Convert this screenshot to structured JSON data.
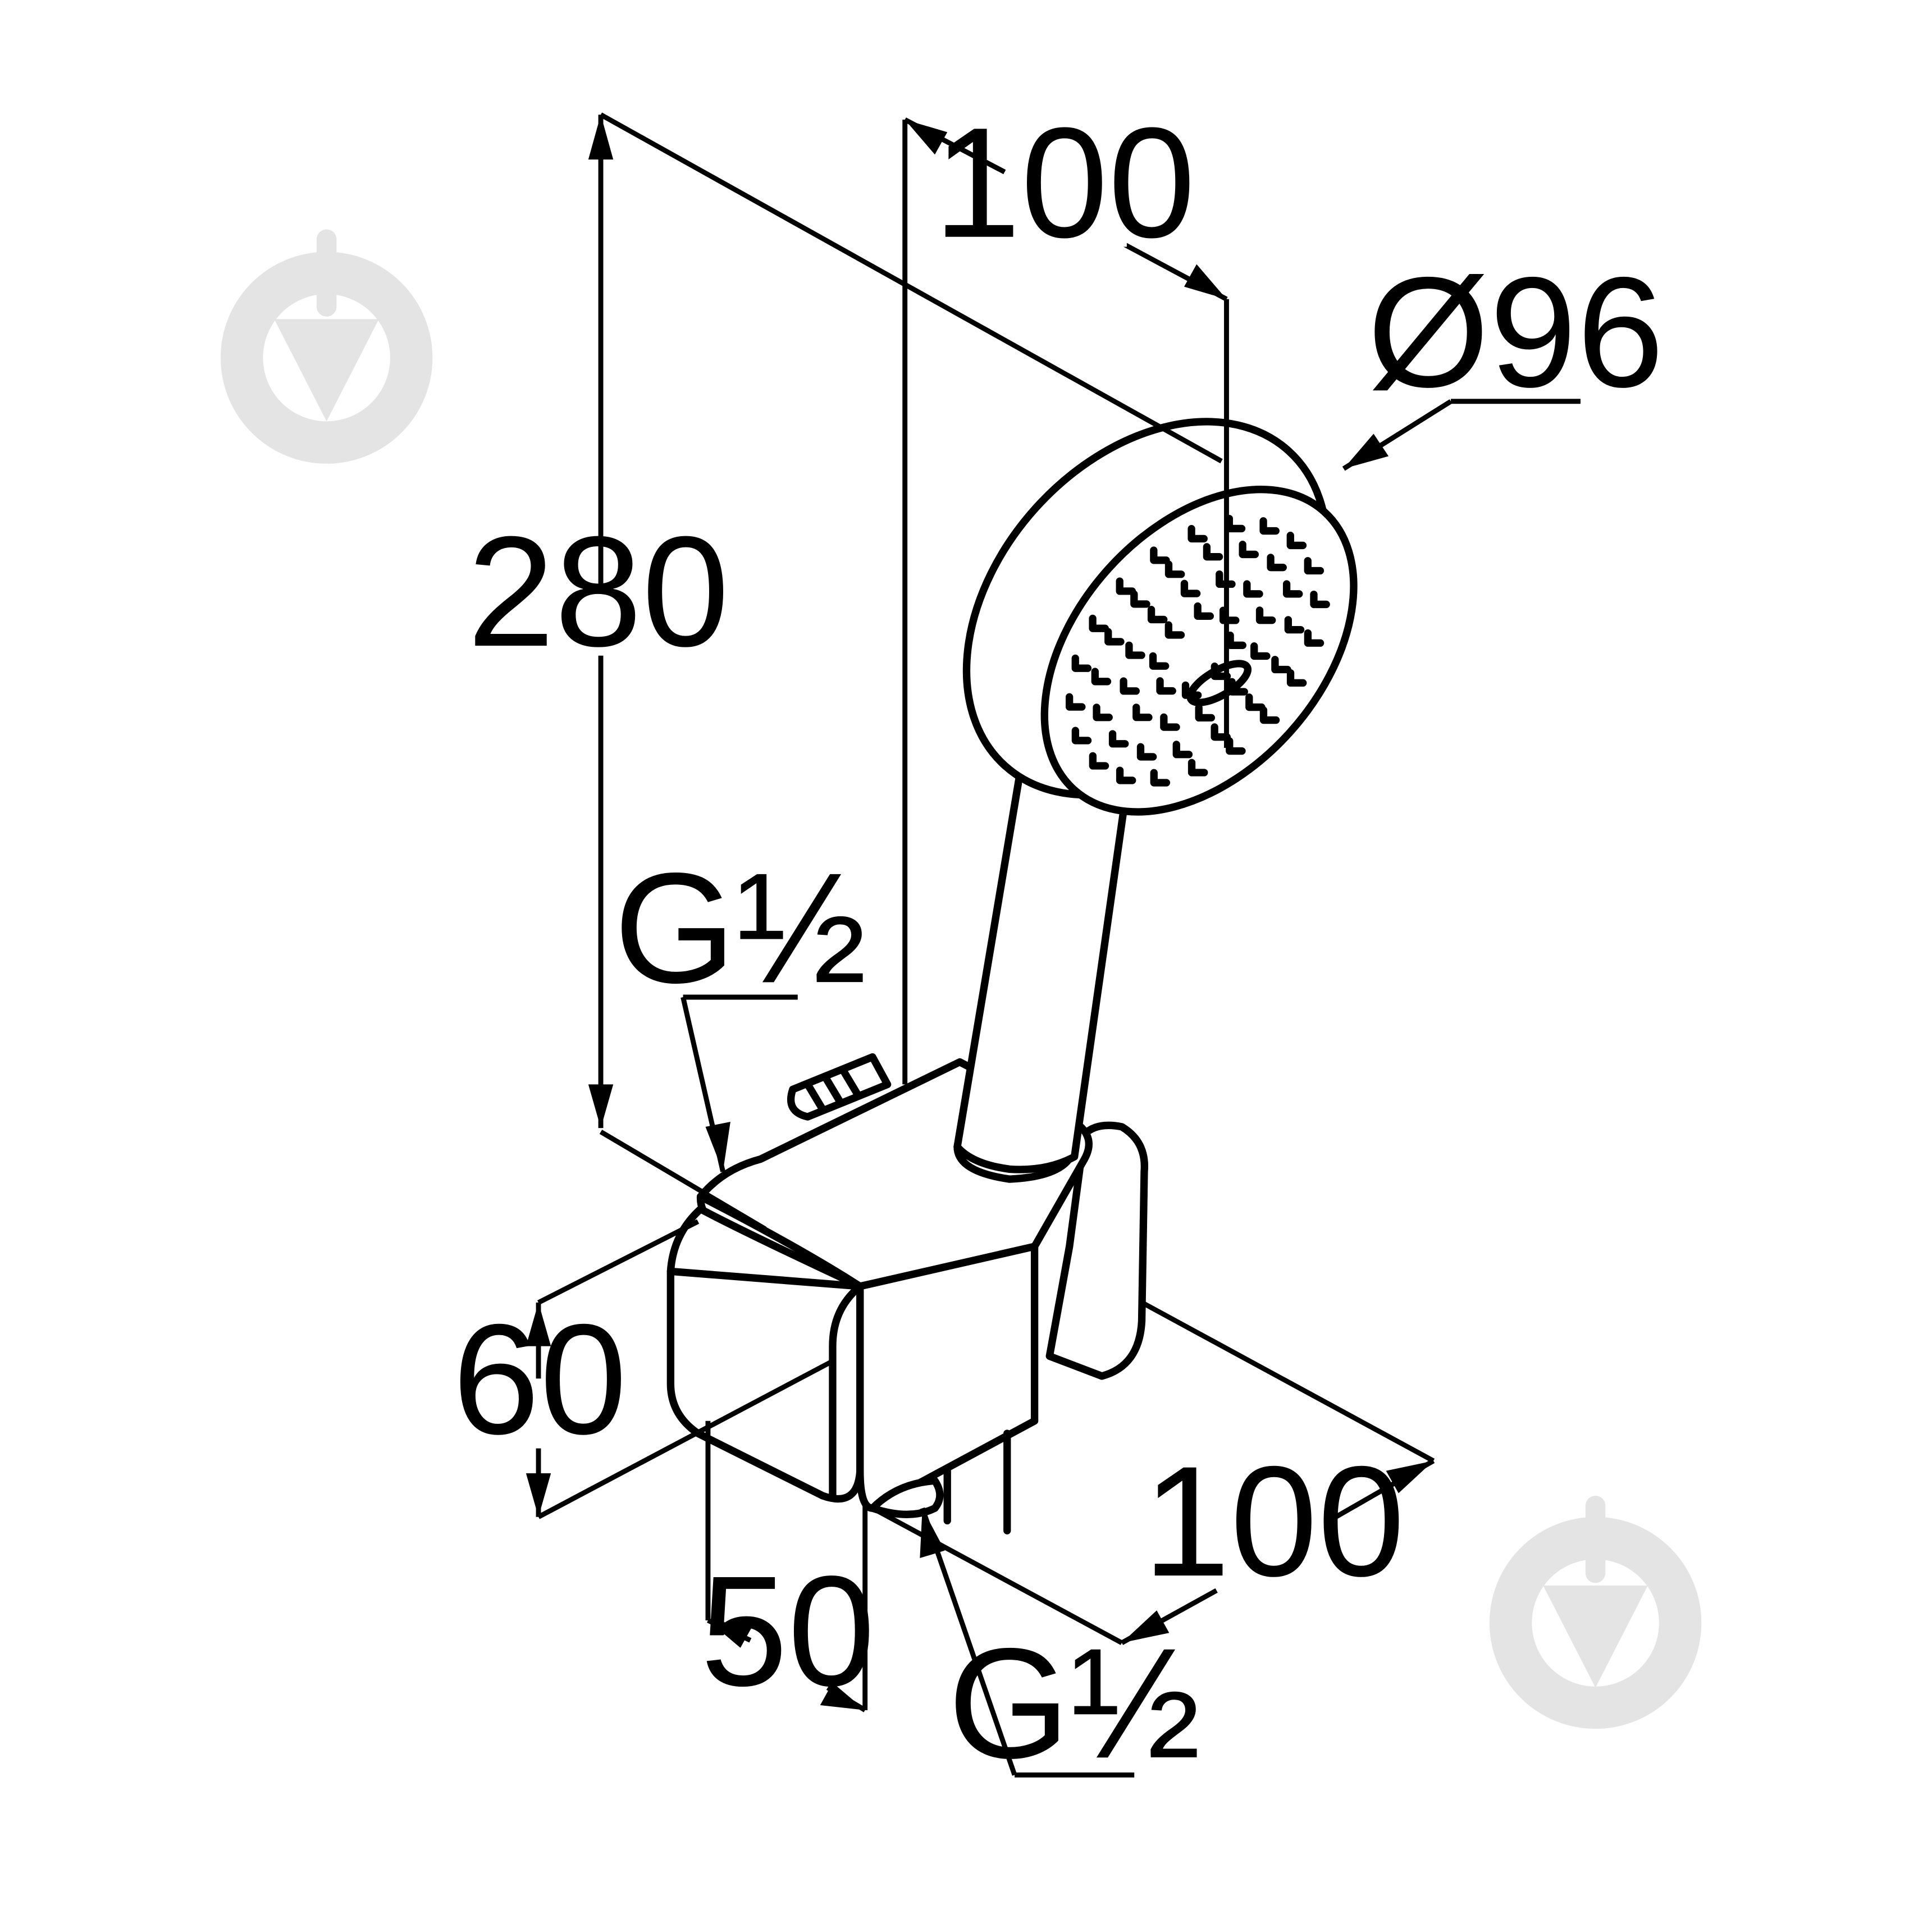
{
  "dimensions": {
    "height_total": "280",
    "arm_offset": "100",
    "head_diameter": "Ø96",
    "holder_height": "60",
    "holder_depth": "50",
    "wall_projection": "100",
    "thread_top": "G½",
    "thread_bottom": "G½"
  },
  "icons": {
    "watermark": "trowel-logo-icon"
  },
  "colors": {
    "line": "#000000",
    "background": "#ffffff",
    "watermark": "#e4e4e4"
  }
}
